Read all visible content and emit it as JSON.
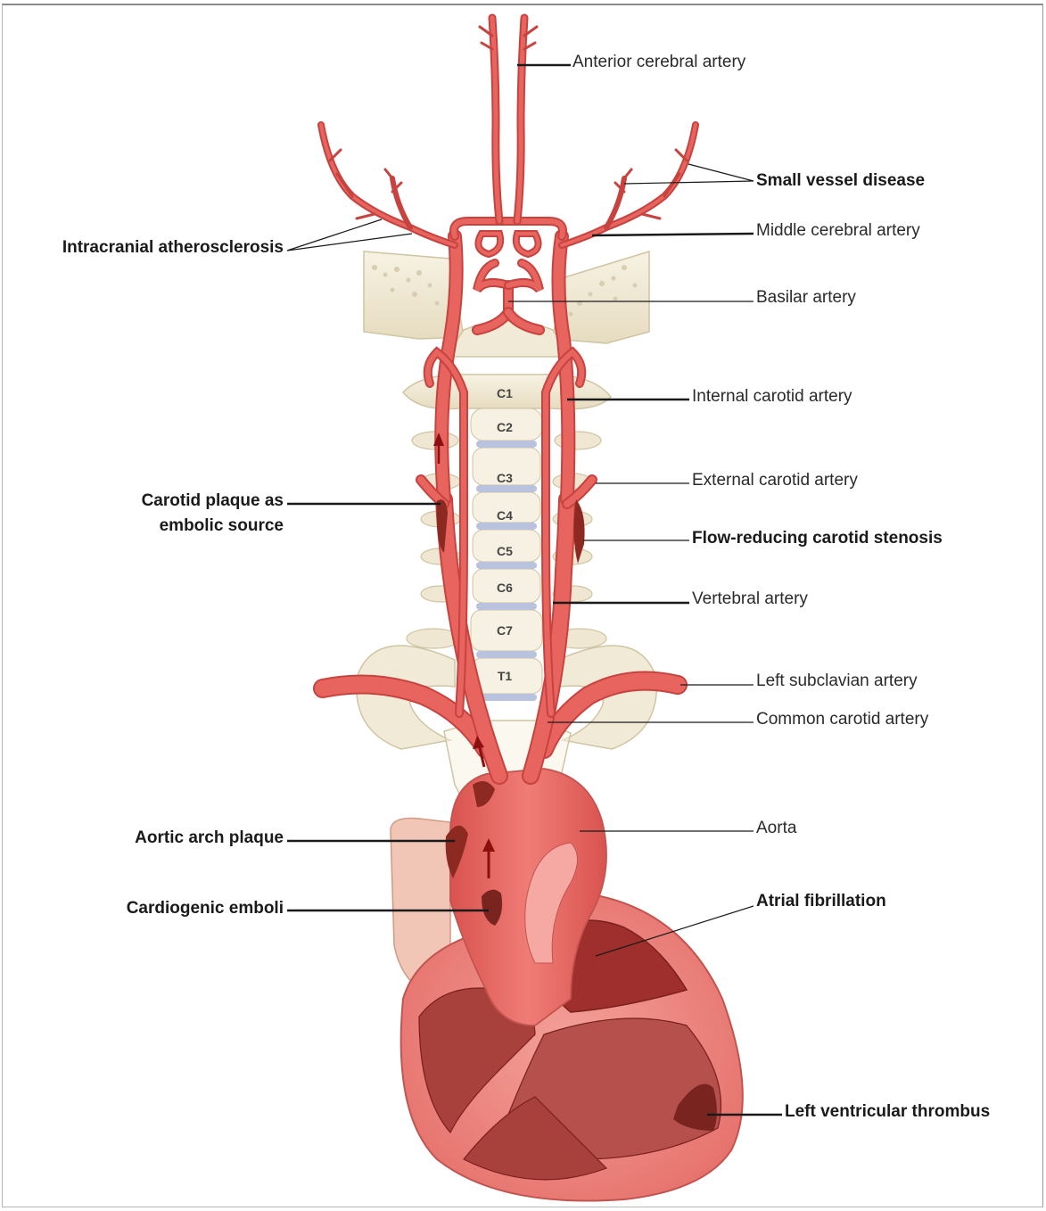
{
  "labels": {
    "anterior_cerebral": "Anterior cerebral artery",
    "small_vessel": "Small vessel disease",
    "middle_cerebral": "Middle cerebral artery",
    "intracranial": "Intracranial atherosclerosis",
    "basilar": "Basilar artery",
    "internal_carotid": "Internal carotid artery",
    "external_carotid": "External carotid artery",
    "carotid_plaque_line1": "Carotid plaque as",
    "carotid_plaque_line2": "embolic source",
    "flow_reducing": "Flow-reducing carotid stenosis",
    "vertebral": "Vertebral artery",
    "left_subclavian": "Left subclavian artery",
    "common_carotid": "Common carotid artery",
    "aorta": "Aorta",
    "aortic_arch_plaque": "Aortic arch plaque",
    "atrial_fib": "Atrial fibrillation",
    "cardiogenic": "Cardiogenic emboli",
    "lv_thrombus": "Left ventricular thrombus"
  },
  "vertebrae": [
    "C1",
    "C2",
    "C3",
    "C4",
    "C5",
    "C6",
    "C7",
    "T1"
  ],
  "colors": {
    "artery": "#e8645f",
    "artery_dark": "#c7433f",
    "bone": "#f1ead6",
    "bone_edge": "#cfc4a3",
    "disc": "#b9c3dd",
    "heart": "#e6706b",
    "heart_dark": "#9e2f2c",
    "plaque": "#8c2a22"
  }
}
